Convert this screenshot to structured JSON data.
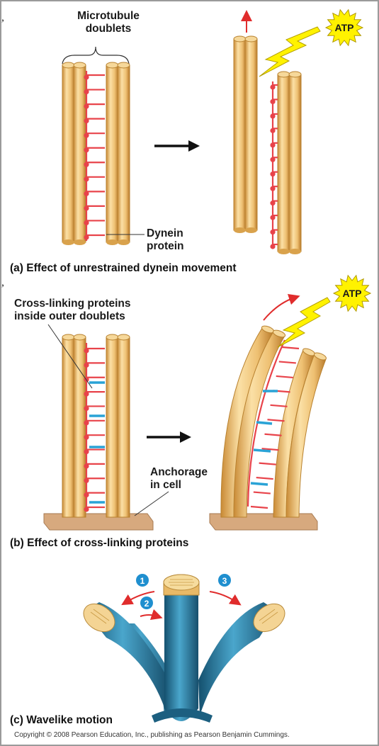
{
  "panel_a": {
    "label_microtubule_line1": "Microtubule",
    "label_microtubule_line2": "doublets",
    "label_dynein_line1": "Dynein",
    "label_dynein_line2": "protein",
    "caption_letter": "(a)",
    "caption_text": "Effect of unrestrained dynein movement",
    "atp": "ATP"
  },
  "panel_b": {
    "label_crosslink_line1": "Cross-linking proteins",
    "label_crosslink_line2": "inside outer doublets",
    "label_anchorage_line1": "Anchorage",
    "label_anchorage_line2": "in cell",
    "caption_letter": "(b)",
    "caption_text": "Effect of cross-linking proteins",
    "atp": "ATP"
  },
  "panel_c": {
    "step1": "1",
    "step2": "2",
    "step3": "3",
    "caption_letter": "(c)",
    "caption_text": "Wavelike motion"
  },
  "copyright": "Copyright © 2008 Pearson Education, Inc., publishing as Pearson Benjamin Cummings.",
  "colors": {
    "tube": "#f1c77a",
    "tube_edge": "#c98e3a",
    "dynein": "#e8434a",
    "crosslink": "#2aa3d6",
    "base": "#d7a97e",
    "flagellum": "#2b7fa3",
    "atp_fill": "#fff200"
  }
}
